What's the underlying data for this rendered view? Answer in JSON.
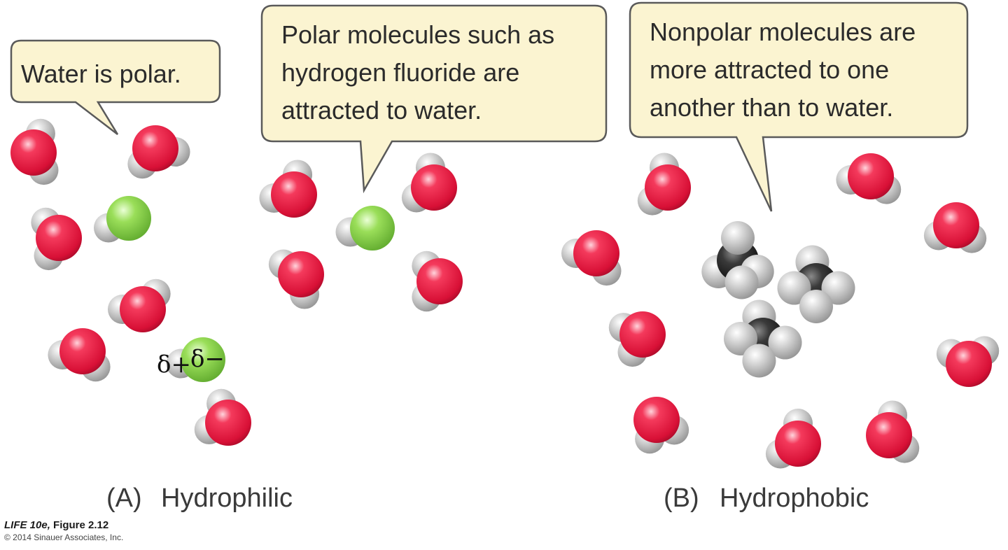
{
  "colors": {
    "oxygen": "#e5163f",
    "hydrogen": "#c9c9c9",
    "fluorine": "#8fd64c",
    "carbon": "#2a2a2a",
    "bubble_fill": "#fbf4d1",
    "bubble_stroke": "#5a5a5a"
  },
  "callouts": {
    "water_polar": [
      "Water is polar."
    ],
    "polar_attracted": [
      "Polar molecules such as",
      "hydrogen fluoride are",
      "attracted to water."
    ],
    "nonpolar": [
      "Nonpolar molecules are",
      "more attracted to one",
      "another than to water."
    ]
  },
  "charges": {
    "partial_positive": "δ+",
    "partial_negative": "δ−"
  },
  "panels": {
    "a": {
      "letter": "(A)",
      "title": "Hydrophilic"
    },
    "b": {
      "letter": "(B)",
      "title": "Hydrophobic"
    }
  },
  "credit": {
    "book": "LIFE 10e,",
    "figure": "Figure 2.12",
    "copyright": "© 2014 Sinauer Associates, Inc."
  }
}
